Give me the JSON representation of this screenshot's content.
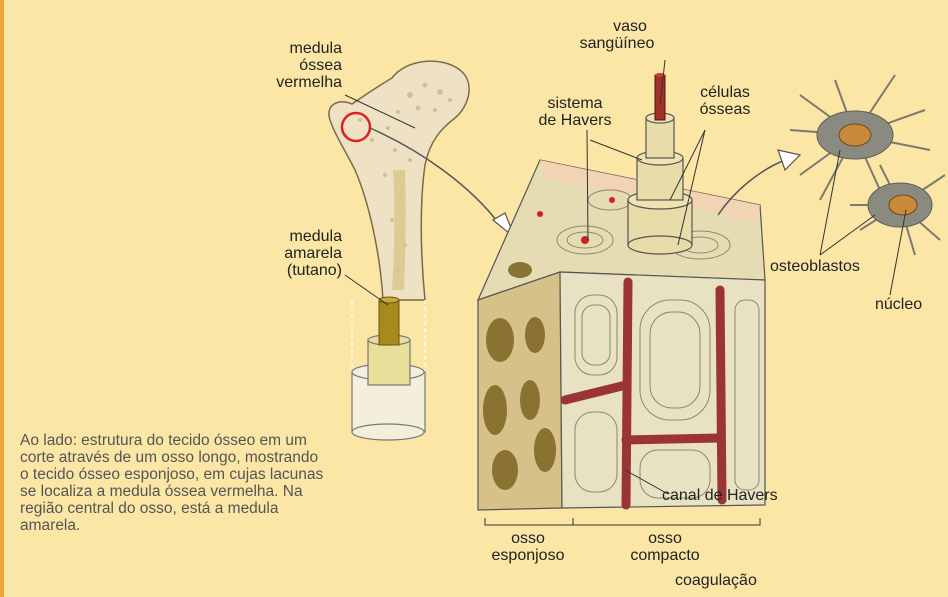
{
  "labels": {
    "medula_ossea_vermelha": [
      "medula",
      "óssea",
      "vermelha"
    ],
    "medula_amarela": [
      "medula",
      "amarela",
      "(tutano)"
    ],
    "vaso_sanguineo": [
      "vaso",
      "sangüíneo"
    ],
    "sistema_havers": [
      "sistema",
      "de Havers"
    ],
    "celulas_osseas": [
      "células",
      "ósseas"
    ],
    "osteoblastos": "osteoblastos",
    "nucleo": "núcleo",
    "canal_havers": "canal de Havers",
    "osso_esponjoso": [
      "osso",
      "esponjoso"
    ],
    "osso_compacto": [
      "osso",
      "compacto"
    ],
    "coagulacao": "coagulação"
  },
  "caption": "Ao lado: estrutura do tecido ósseo em um corte através de um osso longo, mostrando o tecido ósseo esponjoso, em cujas lacunas se localiza a medula óssea vermelha. Na região central do osso, está a medula amarela.",
  "colors": {
    "background": "#fbe6a6",
    "bone": "#ecdcb8",
    "bone_dark": "#c9b07a",
    "marrow_yellow": "#b89a2a",
    "vessel": "#8e2b2b",
    "cell": "#7a7a70"
  }
}
